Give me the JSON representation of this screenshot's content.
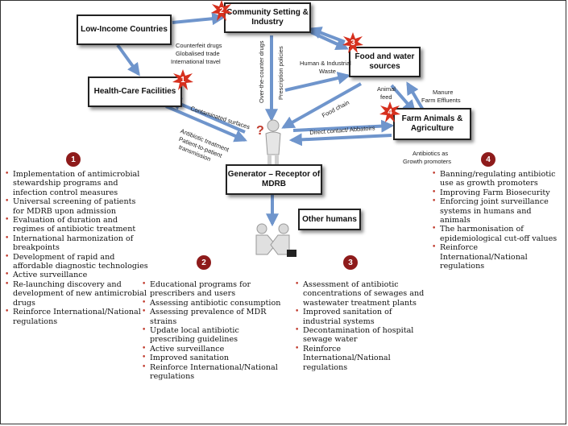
{
  "colors": {
    "arrow": "#6f95cc",
    "badge": "#8e1b1b",
    "burst": "#d6301e",
    "bullet": "#c0392b"
  },
  "nodes": {
    "low_income": "Low-Income Countries",
    "community": "Community Setting & Industry",
    "healthcare": "Health-Care Facilities",
    "food_water": "Food and water sources",
    "farm": "Farm Animals & Agriculture",
    "generator": "Generator – Receptor of MDRB",
    "other_humans": "Other humans"
  },
  "bursts": [
    "1",
    "2",
    "3",
    "4"
  ],
  "edge_labels": {
    "counterfeit": "Counterfeit drugs",
    "globalised": "Globalised trade",
    "travel": "International travel",
    "otc": "Over-the-counter drugs",
    "prescription": "Prescription policies",
    "human_industrial": "Human & Industrial",
    "waste": "Waste",
    "contaminated": "Contaminated surfaces",
    "food_chain": "Food chain",
    "animal": "Animal",
    "feed": "feed",
    "manure": "Manure",
    "effluents": "Farm Effluents",
    "direct": "Direct contact/ Abbatoirs",
    "antibiotic_treatment": "Antibiotic treatment",
    "patient_to_patient": "Patient-to-patient",
    "transmission": "transmission",
    "antibiotics_as": "Antibiotics as",
    "growth_promoters": "Growth promoters"
  },
  "lists": {
    "one": {
      "badge": "1",
      "items": [
        "Implementation of antimicrobial stewardship programs and infection control measures",
        "Universal screening of patients for MDRB upon admission",
        "Evaluation of duration and regimes of antibiotic treatment",
        "International harmonization of breakpoints",
        "Development of rapid and affordable diagnostic technologies",
        "Active surveillance",
        "Re-launching discovery and development of new antimicrobial drugs",
        "Reinforce International/National regulations"
      ]
    },
    "two": {
      "badge": "2",
      "items": [
        "Educational programs for prescribers and users",
        "Assessing antibiotic consumption",
        "Assessing prevalence of MDR strains",
        "Update local antibiotic prescribing guidelines",
        "Active surveillance",
        "Improved sanitation",
        "Reinforce International/National regulations"
      ]
    },
    "three": {
      "badge": "3",
      "items": [
        "Assessment of antibiotic concentrations of sewages and wastewater treatment plants",
        "Improved sanitation of industrial systems",
        "Decontamination of hospital sewage water",
        "Reinforce International/National regulations"
      ]
    },
    "four": {
      "badge": "4",
      "items": [
        "Banning/regulating antibiotic use as growth promoters",
        "Improving Farm Biosecurity",
        "Enforcing joint surveillance systems in humans and animals",
        "The harmonisation of epidemiological cut-off values",
        "Reinforce International/National regulations"
      ]
    }
  }
}
